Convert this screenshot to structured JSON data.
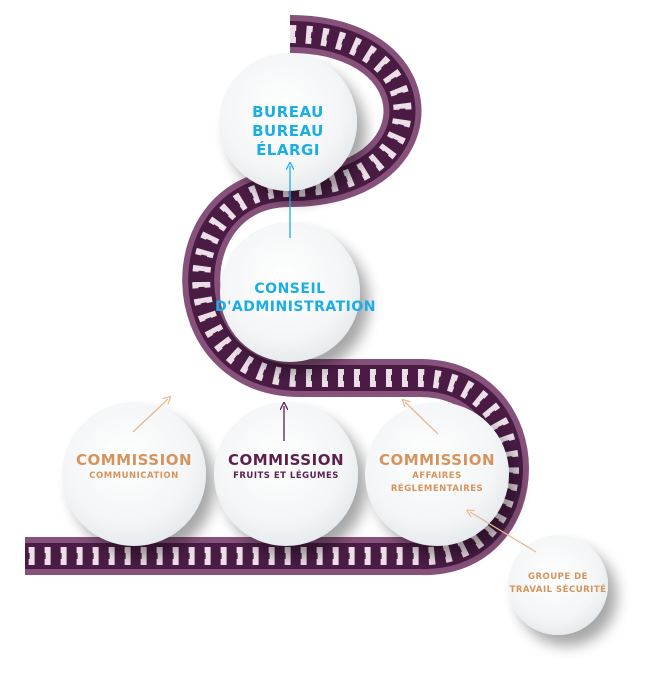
{
  "nodes": {
    "bureau": {
      "lines": [
        "BUREAU",
        "BUREAU ÉLARGI"
      ]
    },
    "conseil": {
      "lines": [
        "CONSEIL",
        "D'ADMINISTRATION"
      ]
    },
    "communication": {
      "title": "COMMISSION",
      "sub": [
        "COMMUNICATION"
      ]
    },
    "fruits": {
      "title": "COMMISSION",
      "sub": [
        "FRUITS ET LÉGUMES"
      ]
    },
    "affaires": {
      "title": "COMMISSION",
      "sub": [
        "AFFAIRES",
        "RÉGLEMENTAIRES"
      ]
    },
    "groupe": {
      "lines": [
        "GROUPE DE",
        "TRAVAIL SÉCURITÉ"
      ]
    }
  },
  "colors": {
    "ribbon_outer": "#86517a",
    "ribbon_inner": "#4a1c44",
    "ribbon_notch": "#ecdfe8",
    "blue": "#1aaee4",
    "orange": "#d7935c",
    "purple": "#5c1f4e",
    "arrow_orange": "#e8b98e"
  }
}
